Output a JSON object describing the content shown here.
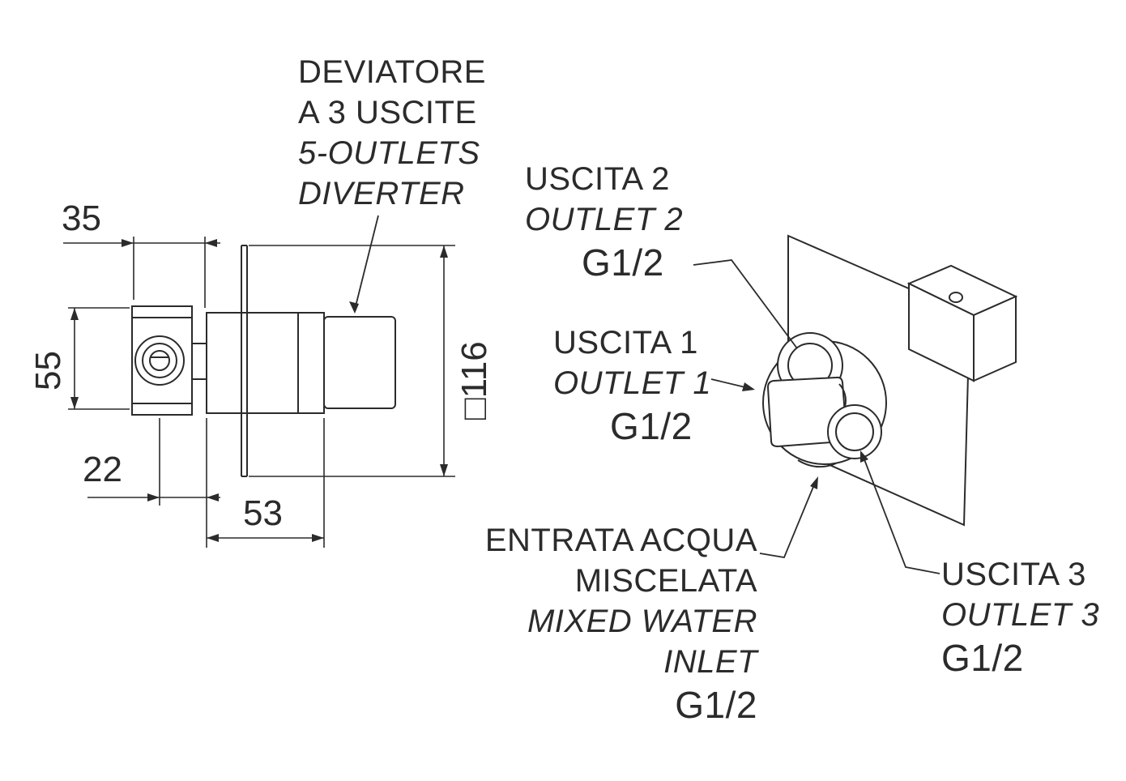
{
  "colors": {
    "ink": "#2b2b2b",
    "background": "#ffffff"
  },
  "diverter_label": {
    "it_line1": "DEVIATORE",
    "it_line2": "A 3 USCITE",
    "en_line1": "5-OUTLETS",
    "en_line2": "DIVERTER"
  },
  "outlet2_label": {
    "it": "USCITA 2",
    "en": "OUTLET 2",
    "thread": "G1/2"
  },
  "outlet1_label": {
    "it": "USCITA 1",
    "en": "OUTLET 1",
    "thread": "G1/2"
  },
  "outlet3_label": {
    "it": "USCITA 3",
    "en": "OUTLET 3",
    "thread": "G1/2"
  },
  "inlet_label": {
    "it_line1": "ENTRATA ACQUA",
    "it_line2": "MISCELATA",
    "en_line1": "MIXED WATER",
    "en_line2": "INLET",
    "thread": "G1/2"
  },
  "dimensions": {
    "flange_width": "35",
    "flange_height": "55",
    "flange_to_plate": "22",
    "body_depth": "53",
    "plate_size": "□116"
  }
}
